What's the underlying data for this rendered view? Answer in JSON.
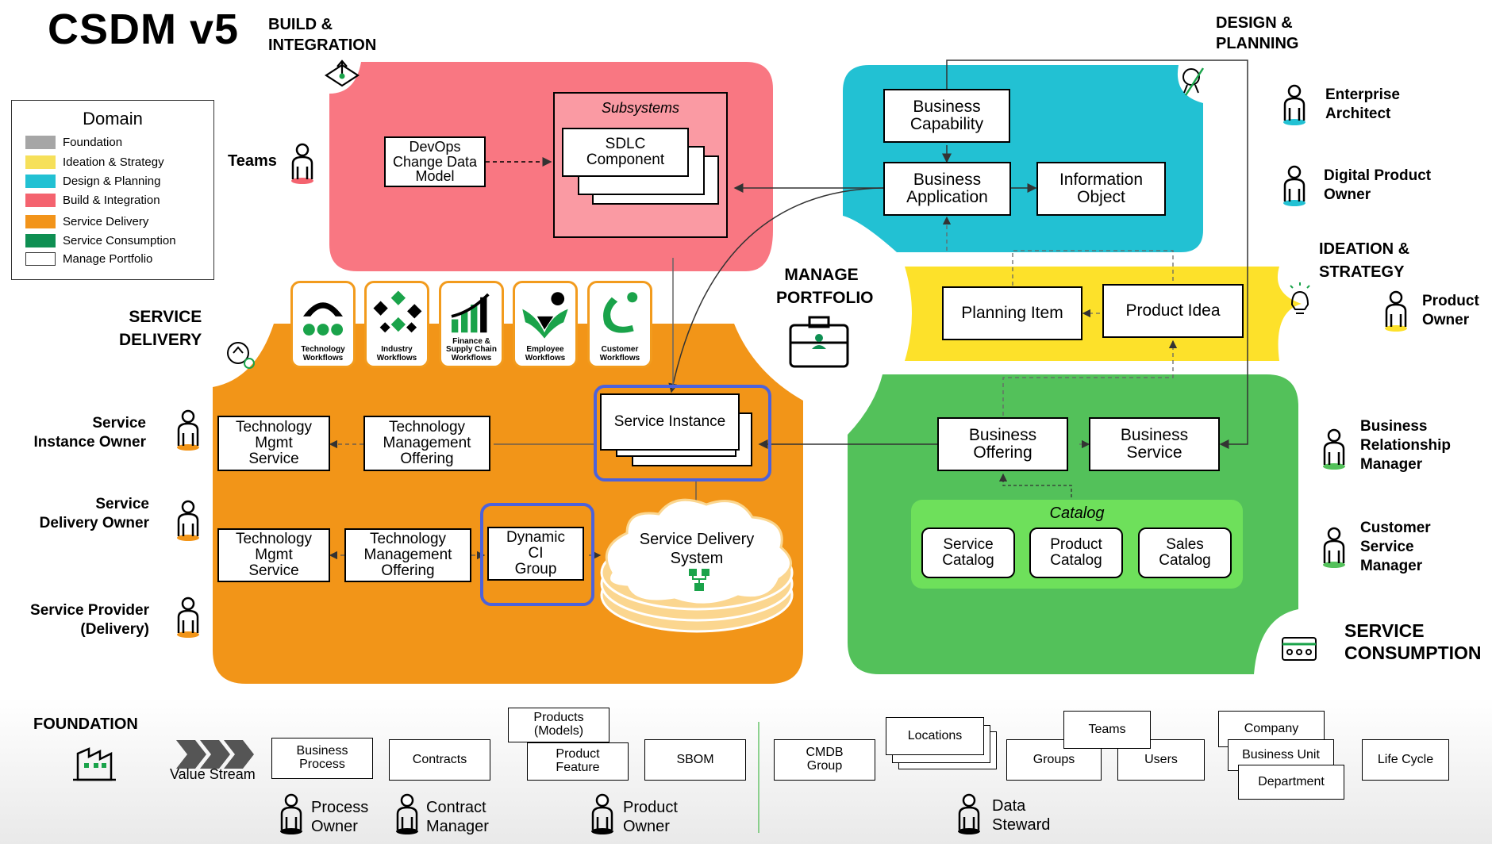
{
  "title": "CSDM v5",
  "legend": {
    "title": "Domain",
    "items": [
      {
        "label": "Foundation",
        "color": "#a6a6a6"
      },
      {
        "label": "Ideation & Strategy",
        "color": "#f6e05a"
      },
      {
        "label": "Design & Planning",
        "color": "#22c1d3"
      },
      {
        "label": "Build & Integration",
        "color": "#f4636f"
      },
      {
        "label": "Service Delivery",
        "color": "#f2941a"
      },
      {
        "label": "Service Consumption",
        "color": "#0e8f52"
      },
      {
        "label": "Manage Portfolio",
        "color": "#ffffff"
      }
    ]
  },
  "colors": {
    "build": "#f97782",
    "design": "#22c1d3",
    "ideation": "#fde12a",
    "delivery": "#f29518",
    "consumption": "#53c15a",
    "highlight": "#4c62db"
  },
  "domains": {
    "build": "BUILD &\nINTEGRATION",
    "design": "DESIGN &\nPLANNING",
    "ideation": "IDEATION &\nSTRATEGY",
    "delivery": "SERVICE\nDELIVERY",
    "consumption": "SERVICE\nCONSUMPTION",
    "manage": "MANAGE\nPORTFOLIO",
    "foundation": "FOUNDATION"
  },
  "build": {
    "teams": "Teams",
    "devops": "DevOps\nChange Data\nModel",
    "subsystems": "Subsystems",
    "sdlc": "SDLC\nComponent"
  },
  "design": {
    "business_capability": "Business\nCapability",
    "business_application": "Business\nApplication",
    "information_object": "Information\nObject"
  },
  "ideation": {
    "planning_item": "Planning Item",
    "product_idea": "Product Idea"
  },
  "consumption": {
    "business_offering": "Business\nOffering",
    "business_service": "Business\nService",
    "catalog": "Catalog",
    "service_catalog": "Service\nCatalog",
    "product_catalog": "Product\nCatalog",
    "sales_catalog": "Sales\nCatalog"
  },
  "delivery": {
    "workflows": [
      "Technology\nWorkflows",
      "Industry\nWorkflows",
      "Finance &\nSupply Chain\nWorkflows",
      "Employee\nWorkflows",
      "Customer\nWorkflows"
    ],
    "service_instance": "Service Instance",
    "tech_mgmt_service_1": "Technology\nMgmt\nService",
    "tech_mgmt_offering_1": "Technology\nManagement\nOffering",
    "tech_mgmt_service_2": "Technology\nMgmt\nService",
    "tech_mgmt_offering_2": "Technology\nManagement\nOffering",
    "dynamic_ci_group": "Dynamic\nCI\nGroup",
    "service_delivery_system": "Service Delivery\nSystem"
  },
  "roles_left": [
    "Service\nInstance Owner",
    "Service\nDelivery Owner",
    "Service Provider\n(Delivery)"
  ],
  "roles_right": [
    "Enterprise\nArchitect",
    "Digital Product\nOwner",
    "Product\nOwner",
    "Business\nRelationship\nManager",
    "Customer\nService\nManager"
  ],
  "foundation": {
    "value_stream": "Value Stream",
    "business_process": "Business\nProcess",
    "contracts": "Contracts",
    "products_models": "Products\n(Models)",
    "product_feature": "Product\nFeature",
    "sbom": "SBOM",
    "cmdb_group": "CMDB\nGroup",
    "locations": "Locations",
    "teams": "Teams",
    "groups": "Groups",
    "users": "Users",
    "company": "Company",
    "business_unit": "Business Unit",
    "department": "Department",
    "life_cycle": "Life Cycle",
    "roles": [
      "Process\nOwner",
      "Contract\nManager",
      "Product\nOwner",
      "Data\nSteward"
    ]
  }
}
